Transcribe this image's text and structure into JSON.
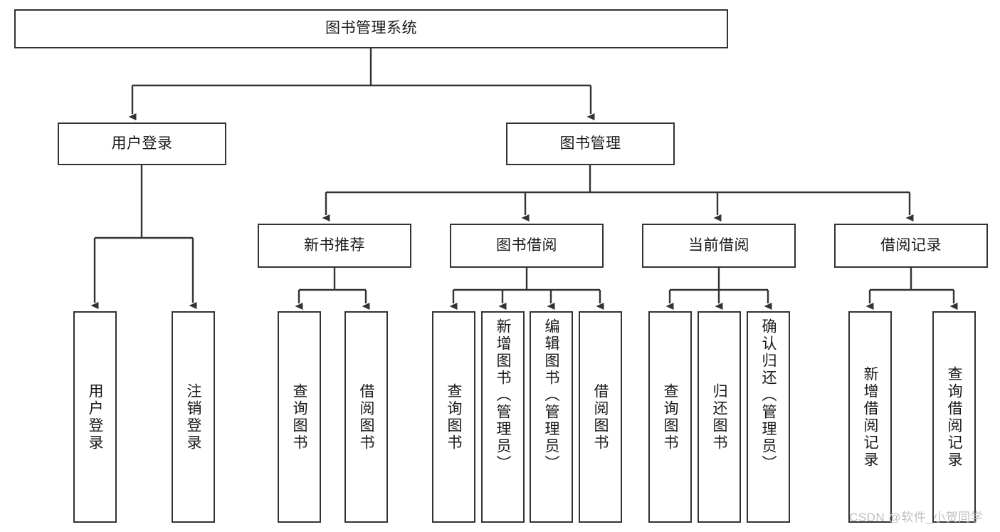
{
  "diagram": {
    "title": "图书管理系统",
    "type": "tree-hierarchy",
    "background_color": "#ffffff",
    "line_color": "#333333",
    "box_fill": "#ffffff",
    "text_color": "#1a1a1a"
  },
  "nodes": {
    "root": {
      "label": "图书管理系统"
    },
    "level1": [
      {
        "id": "user-login",
        "label": "用户登录"
      },
      {
        "id": "book-manage",
        "label": "图书管理"
      }
    ],
    "level2": [
      {
        "id": "new-book-recommend",
        "label": "新书推荐"
      },
      {
        "id": "book-borrow",
        "label": "图书借阅"
      },
      {
        "id": "current-borrow",
        "label": "当前借阅"
      },
      {
        "id": "borrow-record",
        "label": "借阅记录"
      }
    ],
    "leaves": {
      "user-login": [
        {
          "id": "leaf-user-login",
          "label": "用户登录"
        },
        {
          "id": "leaf-logout-login",
          "label": "注销登录"
        }
      ],
      "new-book-recommend": [
        {
          "id": "leaf-query-book-1",
          "label": "查询图书"
        },
        {
          "id": "leaf-borrow-book-1",
          "label": "借阅图书"
        }
      ],
      "book-borrow": [
        {
          "id": "leaf-query-book-2",
          "label": "查询图书"
        },
        {
          "id": "leaf-add-book",
          "label": "新增图书（管理员）"
        },
        {
          "id": "leaf-edit-book",
          "label": "编辑图书（管理员）"
        },
        {
          "id": "leaf-borrow-book-2",
          "label": "借阅图书"
        }
      ],
      "current-borrow": [
        {
          "id": "leaf-query-book-3",
          "label": "查询图书"
        },
        {
          "id": "leaf-return-book",
          "label": "归还图书"
        },
        {
          "id": "leaf-confirm-return",
          "label": "确认归还（管理员）"
        }
      ],
      "borrow-record": [
        {
          "id": "leaf-add-record",
          "label": "新增借阅记录"
        },
        {
          "id": "leaf-query-record",
          "label": "查询借阅记录"
        }
      ]
    }
  },
  "watermark": {
    "text": "CSDN @软件_小贺同学"
  }
}
